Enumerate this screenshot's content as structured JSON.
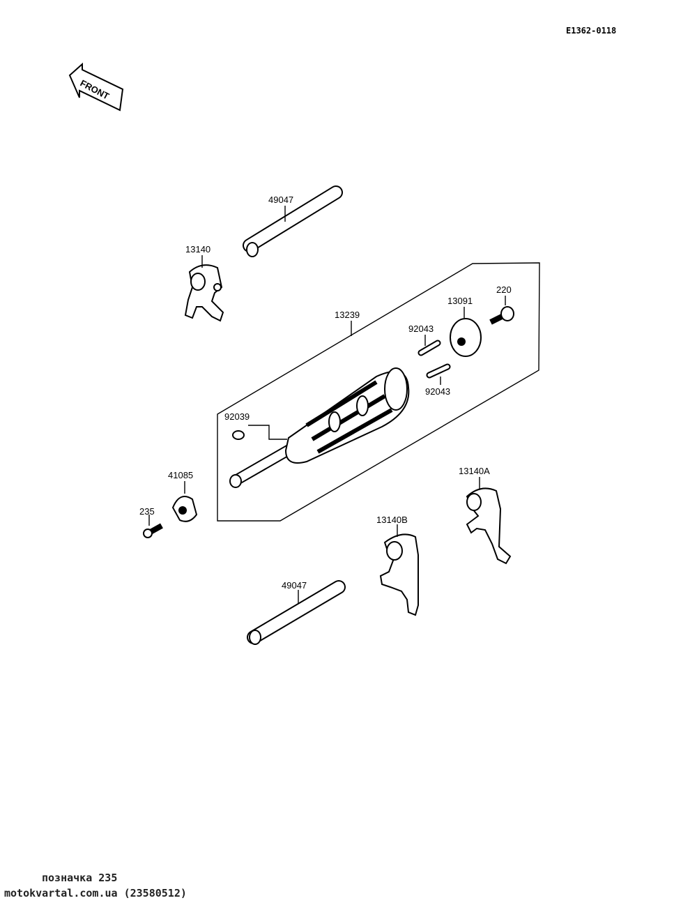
{
  "diagram_code": "E1362-0118",
  "front_label": "FRONT",
  "parts": {
    "shaft_top": "49047",
    "fork_left": "13140",
    "drum": "13239",
    "pin_upper": "92043",
    "plate": "13091",
    "bolt_220": "220",
    "pin_lower": "92043",
    "screw_92039": "92039",
    "holder_41085": "41085",
    "bolt_235": "235",
    "fork_right": "13140A",
    "fork_mid": "13140B",
    "shaft_bottom": "49047"
  },
  "footer": {
    "line1": "позначка 235",
    "line2": "motokvartal.com.ua (23580512)"
  }
}
